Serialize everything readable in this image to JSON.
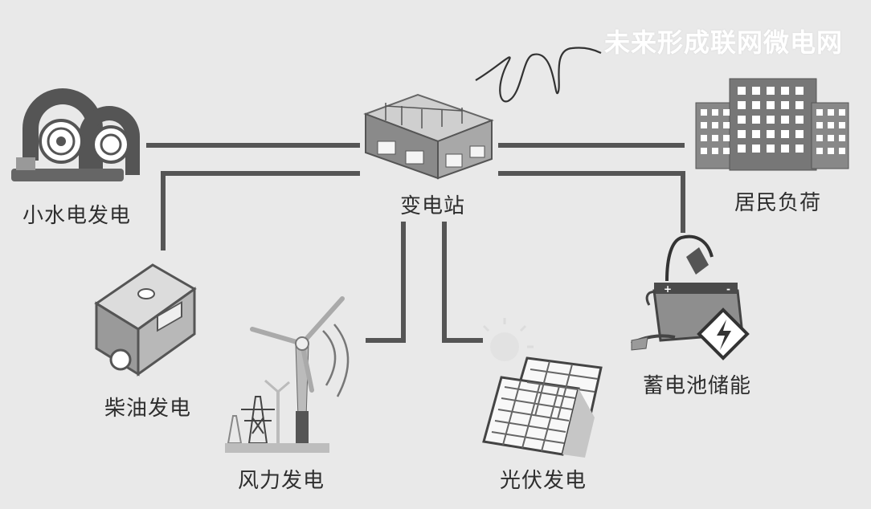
{
  "title": "未来形成联网微电网",
  "nodes": {
    "hydro": "小水电发电",
    "substation": "变电站",
    "residential": "居民负荷",
    "diesel": "柴油发电",
    "wind": "风力发电",
    "solar": "光伏发电",
    "battery": "蓄电池储能"
  },
  "battery_terminals": {
    "positive": "+",
    "negative": "-"
  },
  "colors": {
    "background": "#e9e9e9",
    "line": "#555555",
    "title": "#ffffff"
  }
}
